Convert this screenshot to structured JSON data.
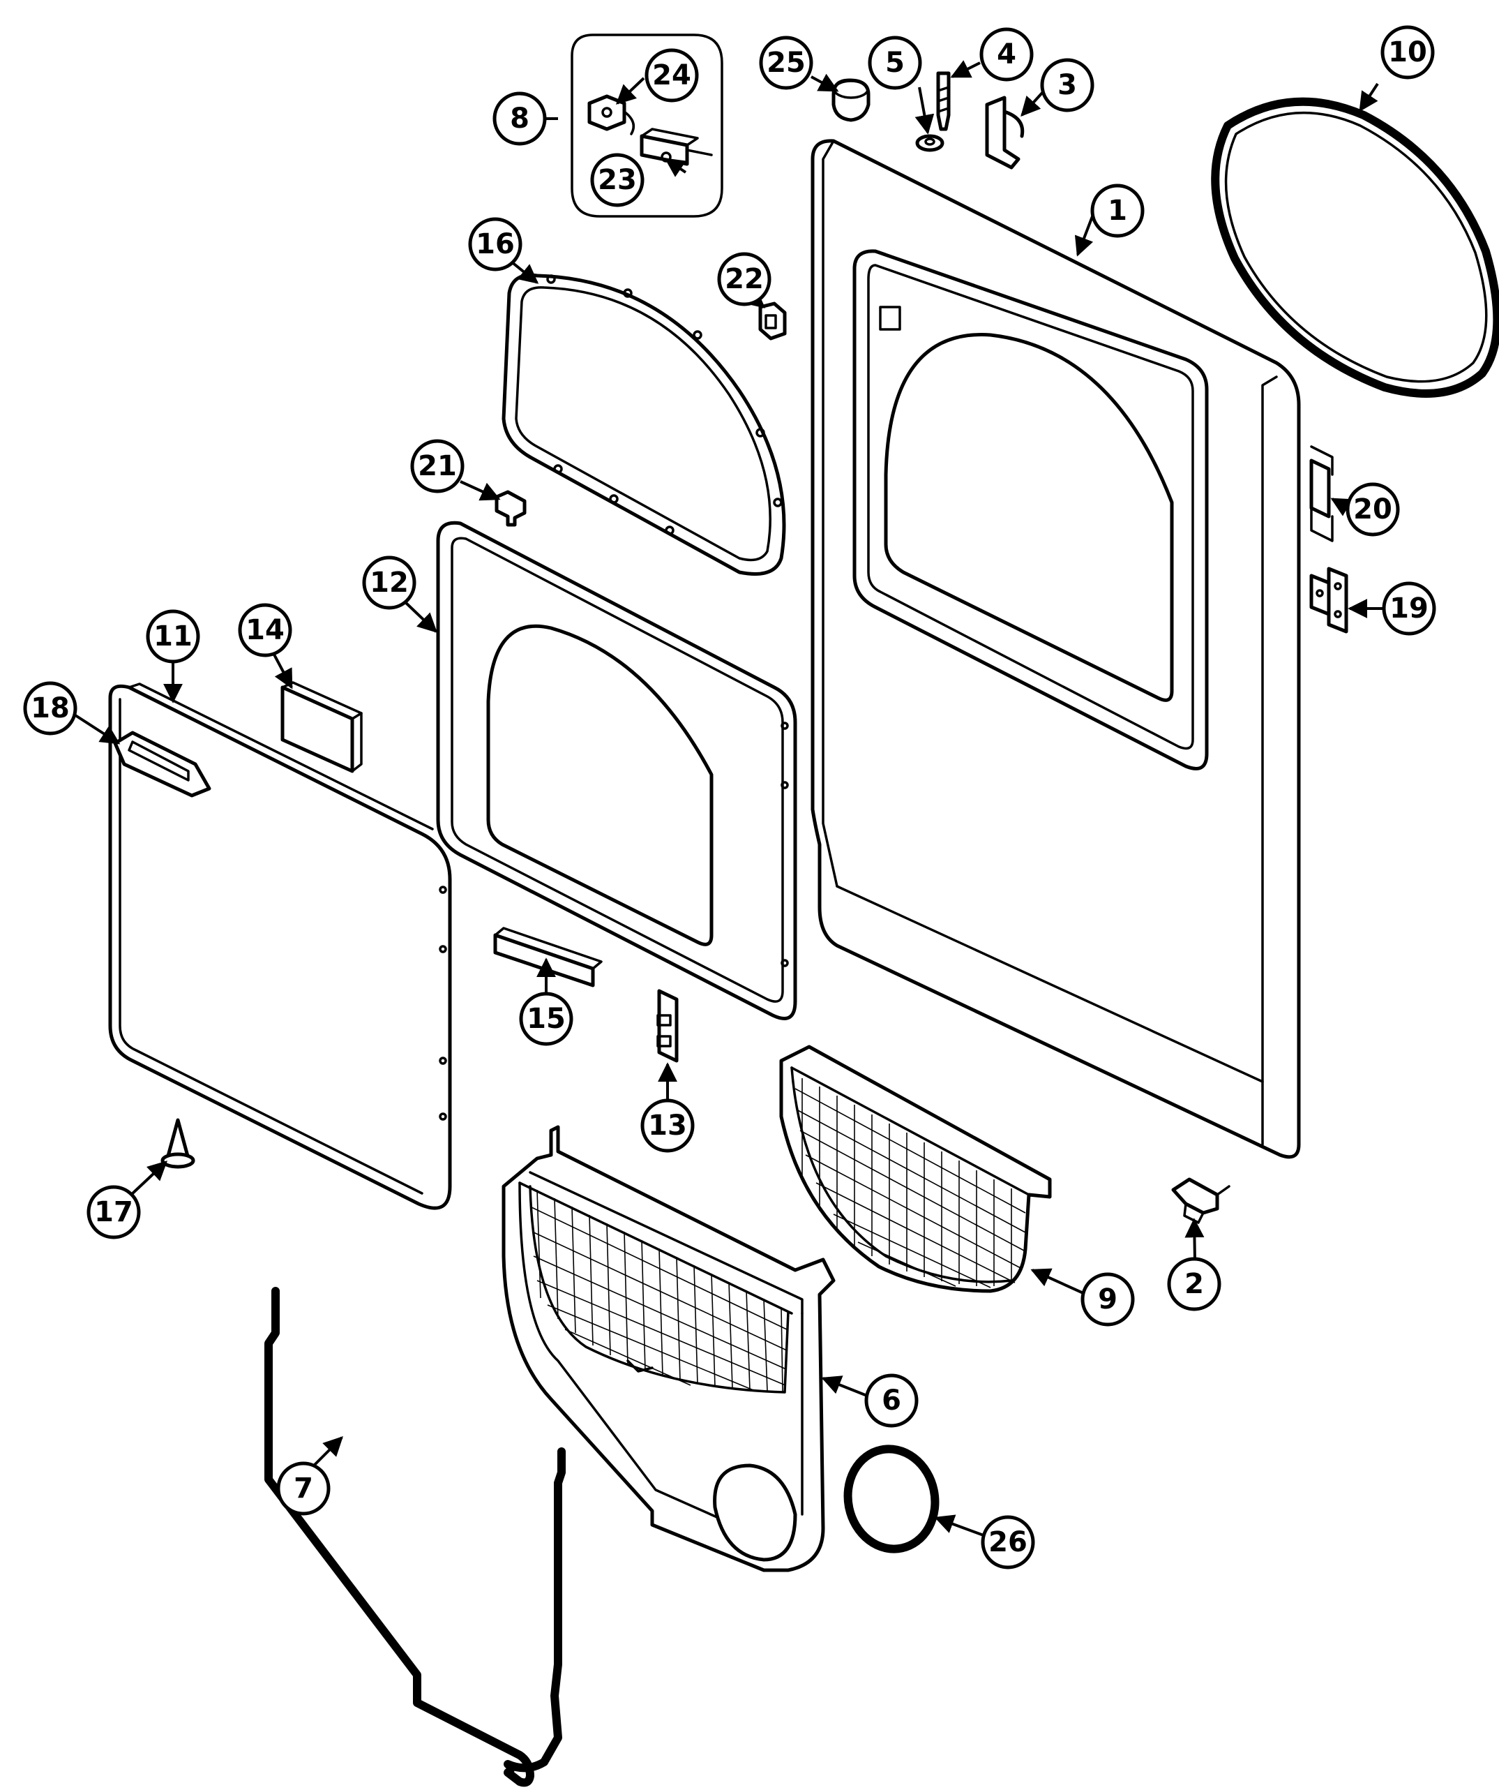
{
  "diagram": {
    "type": "exploded-parts-view",
    "callouts": [
      {
        "id": "c1",
        "label": "1"
      },
      {
        "id": "c2",
        "label": "2"
      },
      {
        "id": "c3",
        "label": "3"
      },
      {
        "id": "c4",
        "label": "4"
      },
      {
        "id": "c5",
        "label": "5"
      },
      {
        "id": "c6",
        "label": "6"
      },
      {
        "id": "c7",
        "label": "7"
      },
      {
        "id": "c8",
        "label": "8"
      },
      {
        "id": "c9",
        "label": "9"
      },
      {
        "id": "c10",
        "label": "10"
      },
      {
        "id": "c11",
        "label": "11"
      },
      {
        "id": "c12",
        "label": "12"
      },
      {
        "id": "c13",
        "label": "13"
      },
      {
        "id": "c14",
        "label": "14"
      },
      {
        "id": "c15",
        "label": "15"
      },
      {
        "id": "c16",
        "label": "16"
      },
      {
        "id": "c17",
        "label": "17"
      },
      {
        "id": "c18",
        "label": "18"
      },
      {
        "id": "c19",
        "label": "19"
      },
      {
        "id": "c20",
        "label": "20"
      },
      {
        "id": "c21",
        "label": "21"
      },
      {
        "id": "c22",
        "label": "22"
      },
      {
        "id": "c23",
        "label": "23"
      },
      {
        "id": "c24",
        "label": "24"
      },
      {
        "id": "c25",
        "label": "25"
      },
      {
        "id": "c26",
        "label": "26"
      }
    ]
  }
}
